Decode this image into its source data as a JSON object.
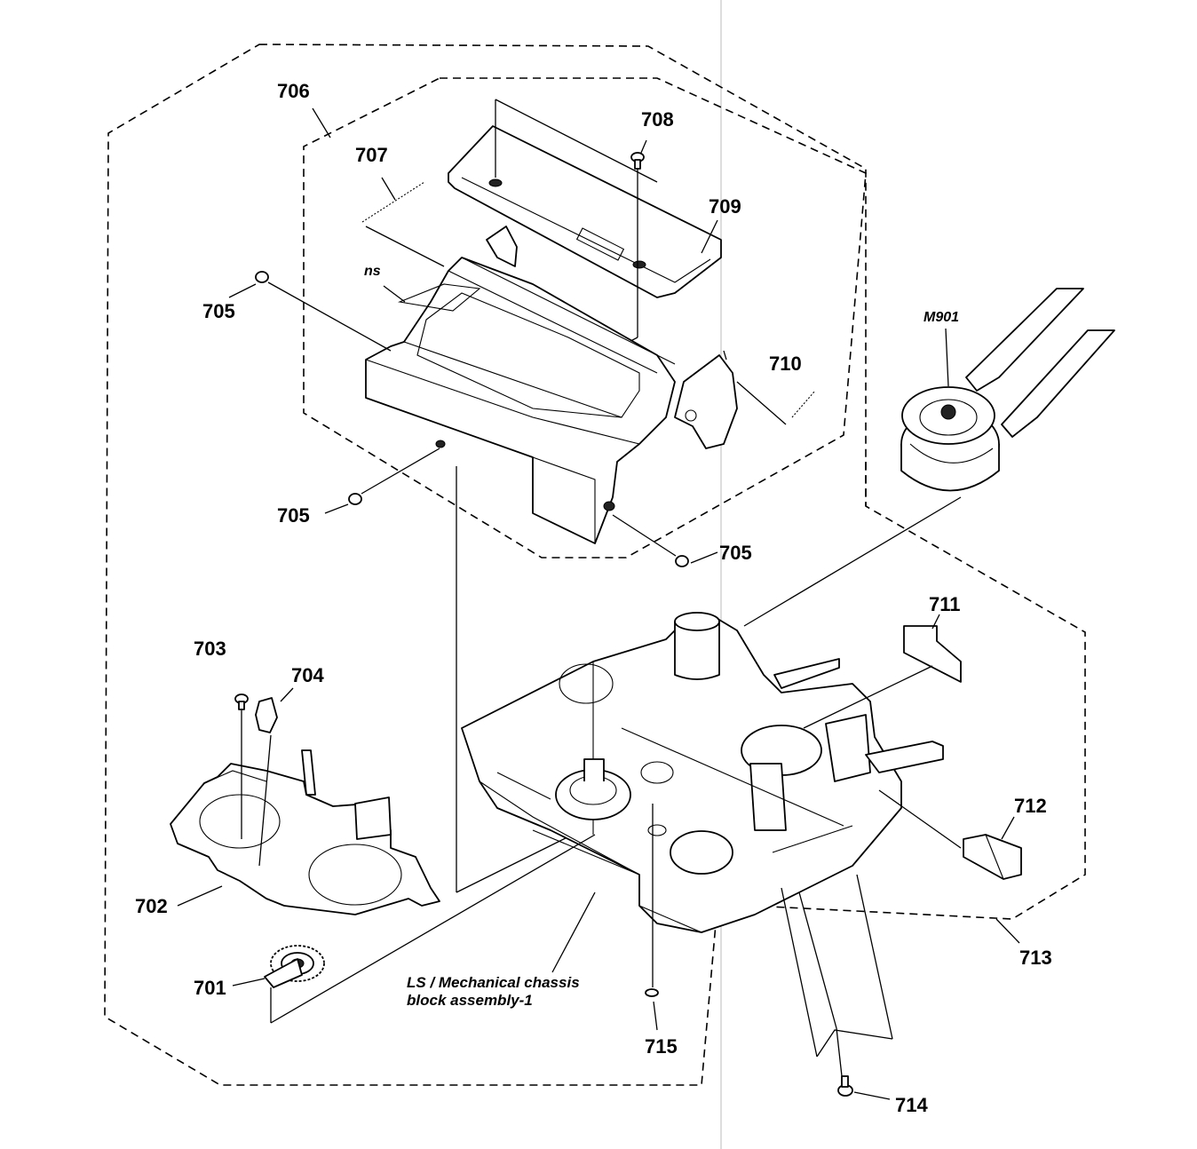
{
  "labels": {
    "p701": "701",
    "p702": "702",
    "p703": "703",
    "p704": "704",
    "p705a": "705",
    "p705b": "705",
    "p705c": "705",
    "p706": "706",
    "p707": "707",
    "p708": "708",
    "p709": "709",
    "p710": "710",
    "p711": "711",
    "p712": "712",
    "p713": "713",
    "p714": "714",
    "p715": "715",
    "ns": "ns",
    "m901": "M901"
  },
  "caption": {
    "line1": "LS / Mechanical chassis",
    "line2": "block assembly-1"
  }
}
